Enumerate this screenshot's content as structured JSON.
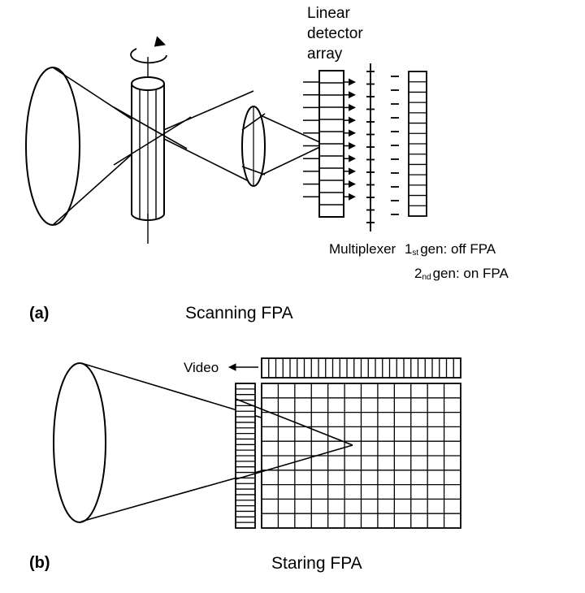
{
  "panel_a": {
    "tag": "(a)",
    "title": "Scanning FPA",
    "detector_label": [
      "Linear",
      "detector",
      "array"
    ],
    "multiplexer_prefix": "Multiplexer",
    "gen1_num": "1",
    "gen1_sup": "st",
    "gen1_text": "gen:  off FPA",
    "gen2_num": "2",
    "gen2_sup": "nd",
    "gen2_text": "gen:  on FPA"
  },
  "panel_b": {
    "tag": "(b)",
    "title": "Staring FPA",
    "video_label": "Video"
  }
}
